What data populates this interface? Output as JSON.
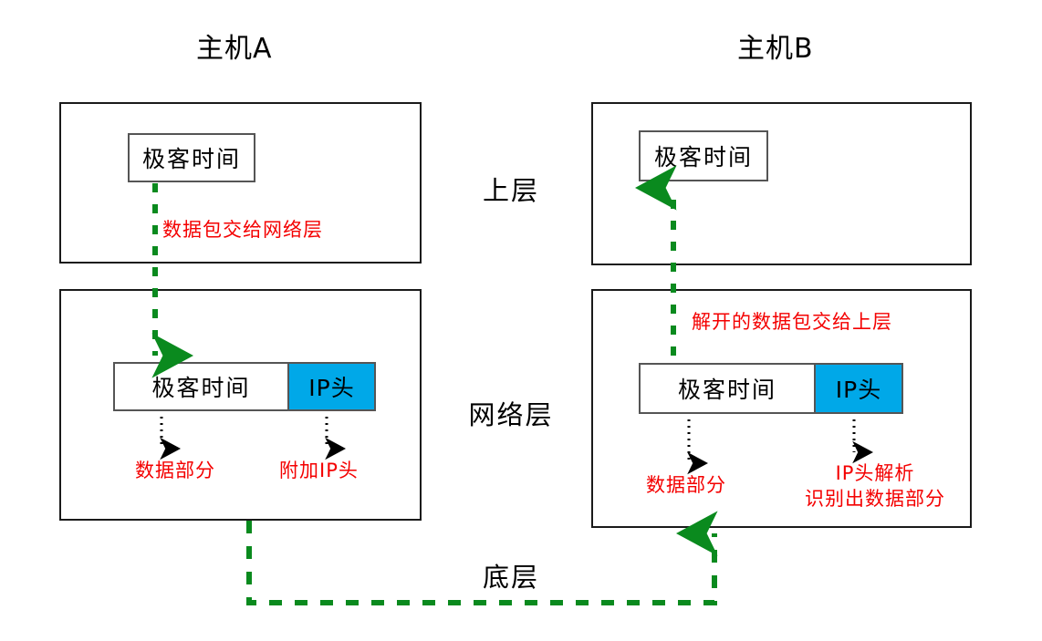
{
  "diagram": {
    "hosts": {
      "left_title": "主机A",
      "right_title": "主机B"
    },
    "layer_labels": {
      "upper": "上层",
      "network": "网络层",
      "bottom": "底层"
    },
    "left_host": {
      "upper_layer": {
        "app_box_label": "极客时间",
        "note": "数据包交给网络层"
      },
      "network_layer": {
        "packet_data_label": "极客时间",
        "packet_header_label": "IP头",
        "note_data_part": "数据部分",
        "note_add_header": "附加IP头"
      }
    },
    "right_host": {
      "upper_layer": {
        "app_box_label": "极客时间"
      },
      "network_layer": {
        "note_unpack": "解开的数据包交给上层",
        "packet_data_label": "极客时间",
        "packet_header_label": "IP头",
        "note_data_part": "数据部分",
        "note_ip_parse_line1": "IP头解析",
        "note_ip_parse_line2": "识别出数据部分"
      }
    },
    "colors": {
      "ip_header_blue": "#00a8e8",
      "arrow_green": "#0a8a1e",
      "note_red": "#f40000",
      "box_border": "#1a1a1a",
      "inner_box_border": "#555555"
    }
  }
}
